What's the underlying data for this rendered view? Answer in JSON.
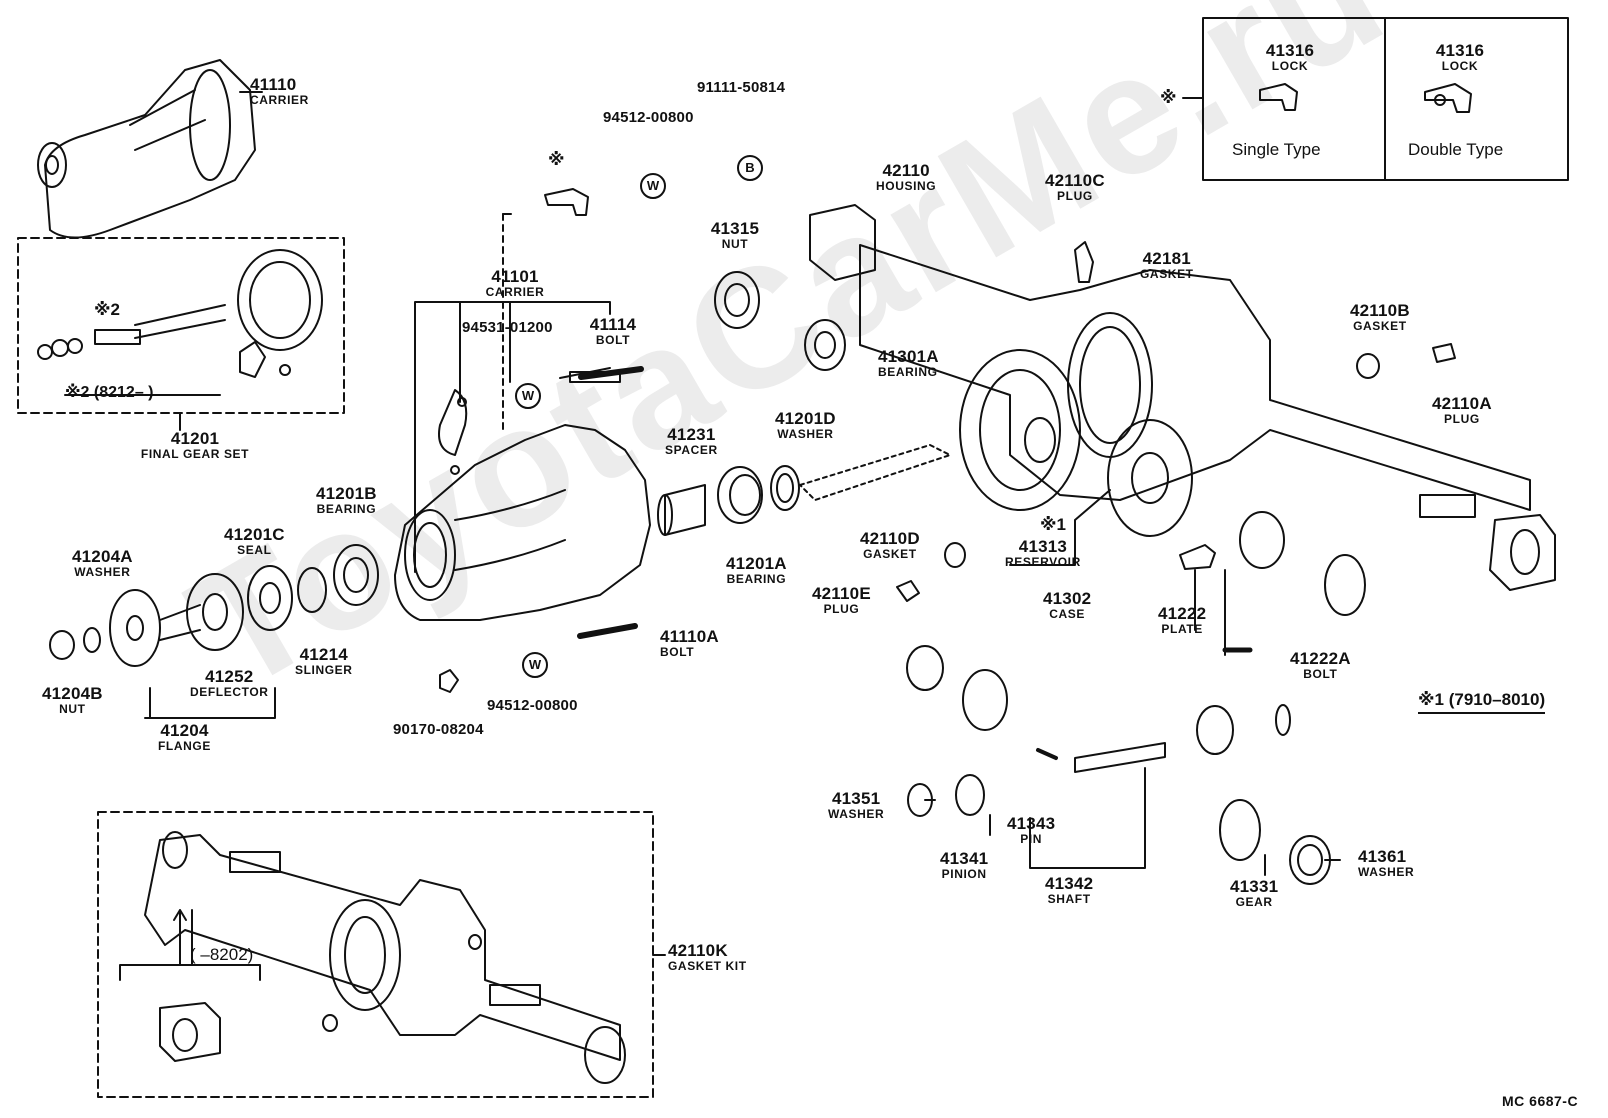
{
  "watermark": "ToyotaCarMe.ru",
  "footer_code": "MC  6687-C",
  "symbols": {
    "reference_mark": "※",
    "washer_mark": "W",
    "bolt_mark": "B"
  },
  "notes": {
    "note1": "※1 (7910–8010)",
    "note2": "※2 (8212–        )",
    "kit_range": "(       –8202)"
  },
  "inset": {
    "left": {
      "num": "41316",
      "name": "LOCK",
      "type": "Single Type"
    },
    "right": {
      "num": "41316",
      "name": "LOCK",
      "type": "Double Type"
    }
  },
  "parts": {
    "p41110": {
      "num": "41110",
      "name": "CARRIER"
    },
    "p41201": {
      "num": "41201",
      "name": "FINAL GEAR SET"
    },
    "p41101": {
      "num": "41101",
      "name": "CARRIER"
    },
    "p94531": {
      "num": "94531-01200",
      "name": ""
    },
    "p41114": {
      "num": "41114",
      "name": "BOLT"
    },
    "p94512a": {
      "num": "94512-00800",
      "name": ""
    },
    "p91111": {
      "num": "91111-50814",
      "name": ""
    },
    "p41315": {
      "num": "41315",
      "name": "NUT"
    },
    "p42110": {
      "num": "42110",
      "name": "HOUSING"
    },
    "p42110C": {
      "num": "42110C",
      "name": "PLUG"
    },
    "p42181": {
      "num": "42181",
      "name": "GASKET"
    },
    "p42110B": {
      "num": "42110B",
      "name": "GASKET"
    },
    "p42110A": {
      "num": "42110A",
      "name": "PLUG"
    },
    "p41301A": {
      "num": "41301A",
      "name": "BEARING"
    },
    "p41201D": {
      "num": "41201D",
      "name": "WASHER"
    },
    "p41231": {
      "num": "41231",
      "name": "SPACER"
    },
    "p41201A": {
      "num": "41201A",
      "name": "BEARING"
    },
    "p41201B": {
      "num": "41201B",
      "name": "BEARING"
    },
    "p41201C": {
      "num": "41201C",
      "name": "SEAL"
    },
    "p41204A": {
      "num": "41204A",
      "name": "WASHER"
    },
    "p41204B": {
      "num": "41204B",
      "name": "NUT"
    },
    "p41252": {
      "num": "41252",
      "name": "DEFLECTOR"
    },
    "p41214": {
      "num": "41214",
      "name": "SLINGER"
    },
    "p41204": {
      "num": "41204",
      "name": "FLANGE"
    },
    "p41110A": {
      "num": "41110A",
      "name": "BOLT"
    },
    "p94512b": {
      "num": "94512-00800",
      "name": ""
    },
    "p90170": {
      "num": "90170-08204",
      "name": ""
    },
    "p42110D": {
      "num": "42110D",
      "name": "GASKET"
    },
    "p42110E": {
      "num": "42110E",
      "name": "PLUG"
    },
    "p41313": {
      "num": "41313",
      "name": "RESERVOIR"
    },
    "p41302": {
      "num": "41302",
      "name": "CASE"
    },
    "p41222": {
      "num": "41222",
      "name": "PLATE"
    },
    "p41222A": {
      "num": "41222A",
      "name": "BOLT"
    },
    "p41351": {
      "num": "41351",
      "name": "WASHER"
    },
    "p41341": {
      "num": "41341",
      "name": "PINION"
    },
    "p41343": {
      "num": "41343",
      "name": "PIN"
    },
    "p41342": {
      "num": "41342",
      "name": "SHAFT"
    },
    "p41331": {
      "num": "41331",
      "name": "GEAR"
    },
    "p41361": {
      "num": "41361",
      "name": "WASHER"
    },
    "p42110K": {
      "num": "42110K",
      "name": "GASKET KIT"
    }
  }
}
